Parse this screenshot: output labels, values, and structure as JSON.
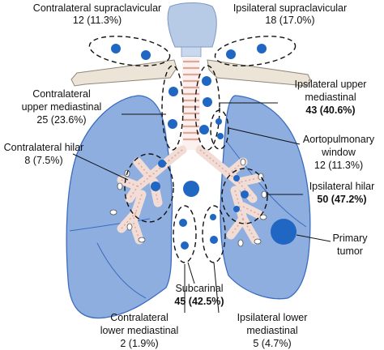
{
  "colors": {
    "lung_fill": "#8eaee0",
    "lung_outline": "#3b6cc0",
    "lymph_node": "#1f67c2",
    "dashed_outline": "#111111",
    "airway_ring": "#e2a59a",
    "clavicle": "#ece5d7",
    "larynx": "#b8cbe6"
  },
  "stations": {
    "contralateral_supraclavicular": {
      "name": "Contralateral supraclavicular",
      "stat": "12 (11.3%)"
    },
    "ipsilateral_supraclavicular": {
      "name": "Ipsilateral supraclavicular",
      "stat": "18 (17.0%)"
    },
    "contralateral_upper_mediastinal": {
      "name_line1": "Contralateral",
      "name_line2": "upper mediastinal",
      "stat": "25 (23.6%)"
    },
    "ipsilateral_upper_mediastinal": {
      "name_line1": "Ipsilateral upper",
      "name_line2": "mediastinal",
      "stat": "43 (40.6%)"
    },
    "contralateral_hilar": {
      "name": "Contralateral hilar",
      "stat": "8 (7.5%)"
    },
    "aortopulmonary_window": {
      "name_line1": "Aortopulmonary",
      "name_line2": "window",
      "stat": "12 (11.3%)"
    },
    "ipsilateral_hilar": {
      "name": "Ipsilateral hilar",
      "stat": "50 (47.2%)"
    },
    "primary_tumor": {
      "name_line1": "Primary",
      "name_line2": "tumor"
    },
    "subcarinal": {
      "name": "Subcarinal",
      "stat": "45 (42.5%)"
    },
    "contralateral_lower_mediastinal": {
      "name_line1": "Contralateral",
      "name_line2": "lower mediastinal",
      "stat": "2 (1.9%)"
    },
    "ipsilateral_lower_mediastinal": {
      "name_line1": "Ipsilateral lower",
      "name_line2": "mediastinal",
      "stat": "5 (4.7%)"
    }
  }
}
